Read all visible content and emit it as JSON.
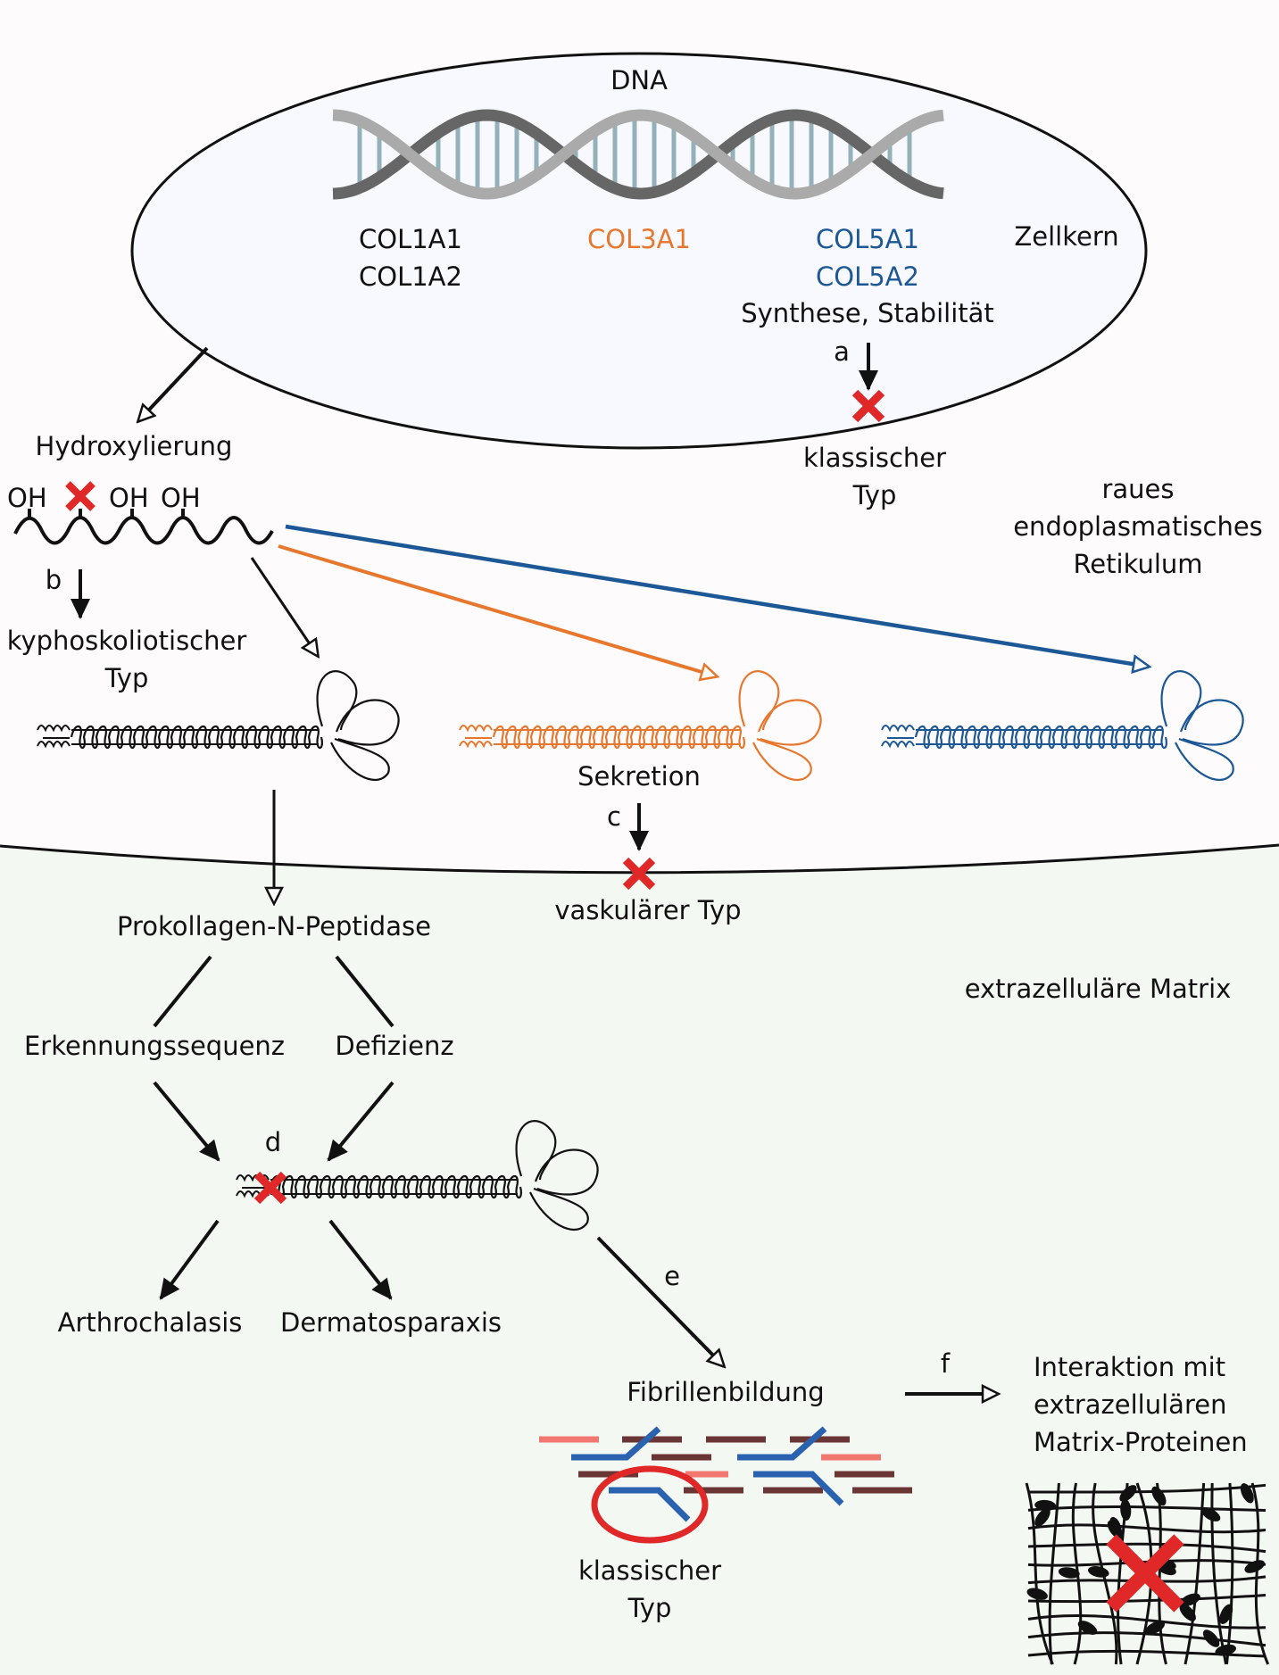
{
  "colors": {
    "orange": "#e8772e",
    "blue": "#1c5796",
    "red": "#e02828",
    "fibril_pink": "#f07870",
    "fibril_brown": "#6a3535",
    "fibril_blue": "#2a62b0",
    "nucleus_fill": "#f8f9fe",
    "cell_bg": "#fdfbfc",
    "ecm_bg": "#f4f8f2",
    "dna_dark": "#666666",
    "dna_light": "#aaaaaa",
    "dna_rung": "#94b0b8"
  },
  "nucleus": {
    "title": "DNA",
    "label": "Zellkern",
    "genes_col1": [
      "COL1A1",
      "COL1A2"
    ],
    "genes_col3": [
      "COL3A1"
    ],
    "genes_col5": [
      "COL5A1",
      "COL5A2"
    ],
    "process": "Synthese, Stabilität",
    "step_a": "a",
    "type_a": [
      "klassischer",
      "Typ"
    ]
  },
  "er": {
    "label": [
      "raues",
      "endoplasmatisches",
      "Retikulum"
    ],
    "hydroxylation": "Hydroxylierung",
    "oh_labels": [
      "OH",
      "OH",
      "OH"
    ],
    "step_b": "b",
    "type_b": [
      "kyphoskoliotischer",
      "Typ"
    ],
    "secretion": "Sekretion",
    "step_c": "c"
  },
  "ecm": {
    "label": "extrazelluläre Matrix",
    "type_c": "vaskulärer Typ",
    "peptidase": "Prokollagen-N-Peptidase",
    "recognition": "Erkennungssequenz",
    "deficiency": "Defizienz",
    "step_d": "d",
    "outcome_1": "Arthrochalasis",
    "outcome_2": "Dermatosparaxis",
    "step_e": "e",
    "fibril": "Fibrillenbildung",
    "type_e": [
      "klassischer",
      "Typ"
    ],
    "step_f": "f",
    "interaction": [
      "Interaktion mit",
      "extrazellulären",
      "Matrix-Proteinen"
    ]
  },
  "icons": {
    "block": "red-x-icon",
    "dna": "dna-helix-icon",
    "procollagen": "procollagen-molecule-icon",
    "matrix": "matrix-network-icon"
  }
}
